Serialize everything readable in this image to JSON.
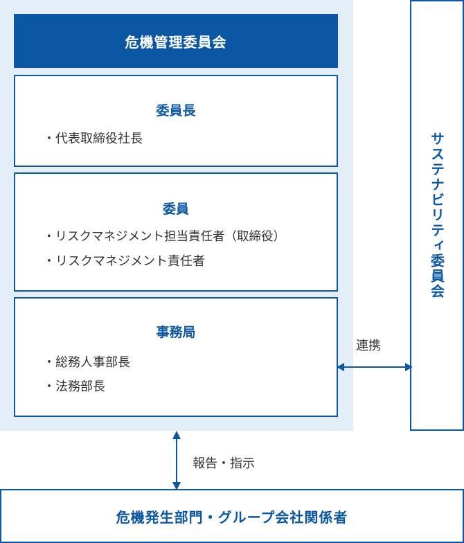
{
  "committee": {
    "title": "危機管理委員会",
    "sections": [
      {
        "title": "委員長",
        "items": [
          "代表取締役社長"
        ]
      },
      {
        "title": "委員",
        "items": [
          "リスクマネジメント担当責任者（取締役）",
          "リスクマネジメント責任者"
        ]
      },
      {
        "title": "事務局",
        "items": [
          "総務人事部長",
          "法務部長"
        ]
      }
    ]
  },
  "sustainability": {
    "label": "サステナビリティ委員会"
  },
  "links": {
    "cooperation": "連携",
    "report": "報告・指示"
  },
  "bottom": {
    "label": "危機発生部門・グループ会社関係者"
  },
  "colors": {
    "accent": "#0b57a4",
    "panel_bg": "#e4eef8",
    "text": "#333333"
  }
}
